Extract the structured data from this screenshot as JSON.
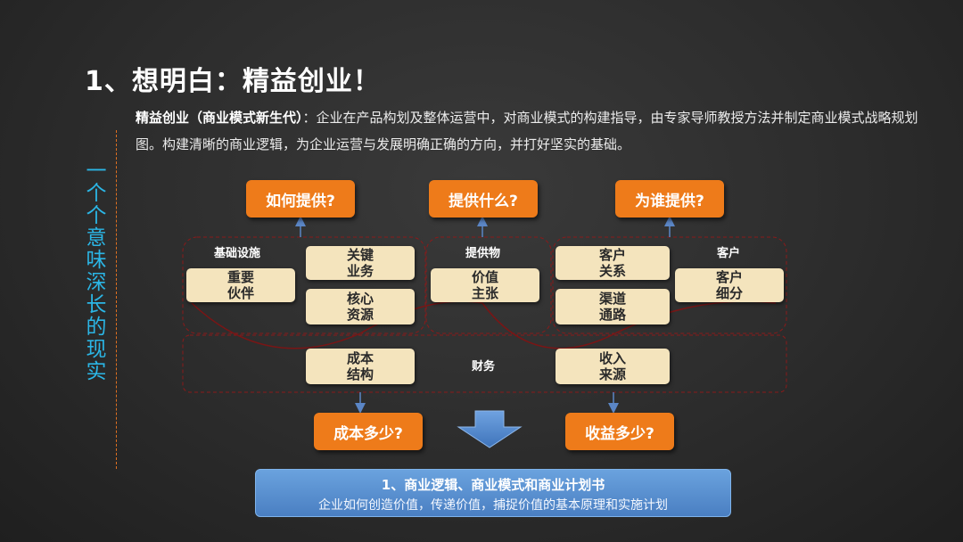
{
  "title": "1、想明白：精益创业！",
  "description": {
    "lead": "精益创业（商业模式新生代）",
    "body": "：企业在产品构划及整体运营中，对商业模式的构建指导，由专家导师教授方法并制定商业模式战略规划图。构建清晰的商业逻辑，为企业运营与发展明确正确的方向，并打好坚实的基础。"
  },
  "side_text": [
    "一",
    "个",
    "个",
    "意",
    "味",
    "深",
    "长",
    "的",
    "现",
    "实"
  ],
  "questions": {
    "how": "如何提供?",
    "what": "提供什么?",
    "who": "为谁提供?",
    "cost": "成本多少?",
    "revenue": "收益多少?"
  },
  "labels": {
    "infrastructure": "基础设施",
    "offering": "提供物",
    "customer": "客户",
    "finance": "财务"
  },
  "blocks": {
    "key_partners": "重要伙伴",
    "key_activities": "关键业务",
    "key_resources": "核心资源",
    "value_proposition": "价值主张",
    "customer_relationships": "客户关系",
    "channels": "渠道通路",
    "customer_segments": "客户细分",
    "cost_structure": "成本结构",
    "revenue_streams": "收入来源"
  },
  "banner": {
    "line1": "1、商业逻辑、商业模式和商业计划书",
    "line2": "企业如何创造价值，传递价值，捕捉价值的基本原理和实施计划"
  },
  "colors": {
    "accent_orange": "#ee7b1a",
    "block_fill": "#f4e4bd",
    "side_text": "#2bb6e6",
    "banner_blue": "#5a8fd0",
    "dashed_red": "#8a1a1a"
  }
}
